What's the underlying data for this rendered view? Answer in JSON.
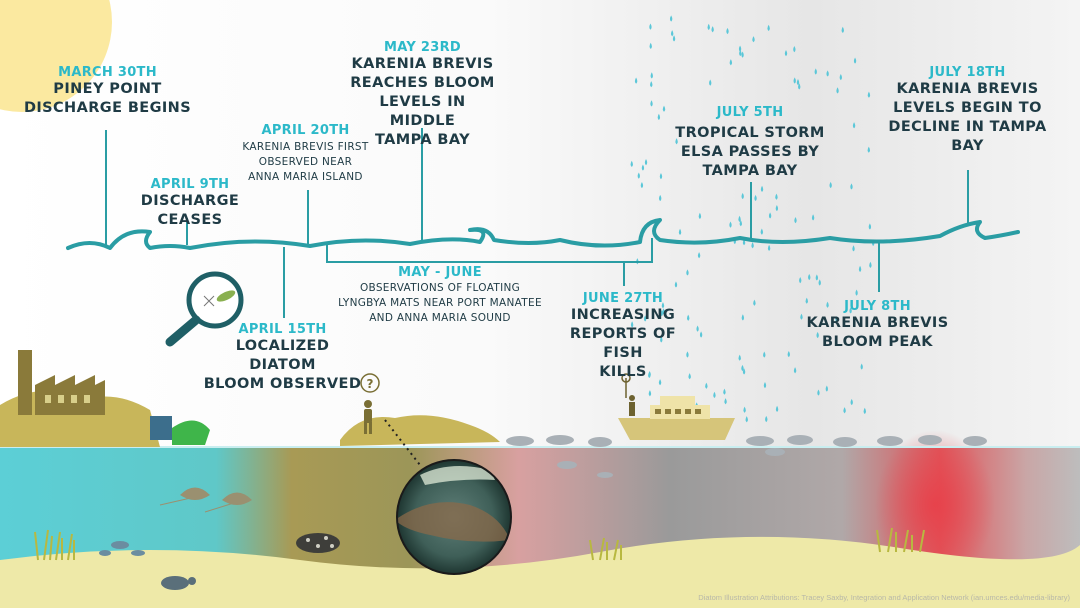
{
  "events": [
    {
      "id": "march30",
      "date": "MARCH 30TH",
      "title_lines": [
        "PINEY POINT",
        "DISCHARGE BEGINS"
      ],
      "style": "large"
    },
    {
      "id": "april9",
      "date": "APRIL 9TH",
      "title_lines": [
        "DISCHARGE CEASES"
      ],
      "style": "large"
    },
    {
      "id": "april15",
      "date": "APRIL 15TH",
      "title_lines": [
        "LOCALIZED DIATOM",
        "BLOOM OBSERVED"
      ],
      "style": "large"
    },
    {
      "id": "april20",
      "date": "APRIL 20TH",
      "title_lines": [
        "KARENIA BREVIS FIRST",
        "OBSERVED NEAR",
        "ANNA MARIA ISLAND"
      ],
      "style": "small"
    },
    {
      "id": "may23",
      "date": "MAY 23RD",
      "title_lines": [
        "KARENIA BREVIS",
        "REACHES BLOOM",
        "LEVELS IN MIDDLE",
        "TAMPA BAY"
      ],
      "style": "large"
    },
    {
      "id": "mayjune",
      "date": "MAY - JUNE",
      "title_lines": [
        "OBSERVATIONS OF FLOATING",
        "LYNGBYA MATS NEAR PORT MANATEE",
        "AND ANNA MARIA SOUND"
      ],
      "style": "small"
    },
    {
      "id": "june27",
      "date": "JUNE 27TH",
      "title_lines": [
        "INCREASING",
        "REPORTS OF FISH",
        "KILLS"
      ],
      "style": "large"
    },
    {
      "id": "july5",
      "date": "JULY 5TH",
      "title_lines": [
        "TROPICAL STORM",
        "ELSA PASSES BY",
        "TAMPA BAY"
      ],
      "style": "large"
    },
    {
      "id": "july8",
      "date": "JULY 8TH",
      "title_lines": [
        "KARENIA BREVIS",
        "BLOOM PEAK"
      ],
      "style": "large"
    },
    {
      "id": "july18",
      "date": "JULY 18TH",
      "title_lines": [
        "KARENIA BREVIS",
        "LEVELS BEGIN TO",
        "DECLINE IN TAMPA",
        "BAY"
      ],
      "style": "large"
    }
  ],
  "question_mark": "?",
  "attribution": "Diatom Illustration Attributions: Tracey Saxby, Integration and Application Network (ian.umces.edu/media-library)",
  "colors": {
    "timeline_teal": "#2a9da4",
    "date_cyan": "#2cb9c9",
    "text_dark": "#1f3b45",
    "sun": "#fbe9a0",
    "water_turquoise": "#5ccfd6",
    "water_olive": "#a89a55",
    "water_bloom_red": "#e0555a",
    "sand": "#eee9a8",
    "raindrop": "#5bc7d8"
  },
  "icons": [
    "sun-icon",
    "wave-timeline",
    "magnifier-icon",
    "factory-icon",
    "outfall-pipe-icon",
    "person-icon",
    "boat-icon",
    "raindrop-icon",
    "stingray-icon",
    "fish-icon",
    "grouper-icon",
    "turtle-icon",
    "seagrass-icon",
    "dead-fish-icon",
    "lyngbya-photo-circle"
  ]
}
